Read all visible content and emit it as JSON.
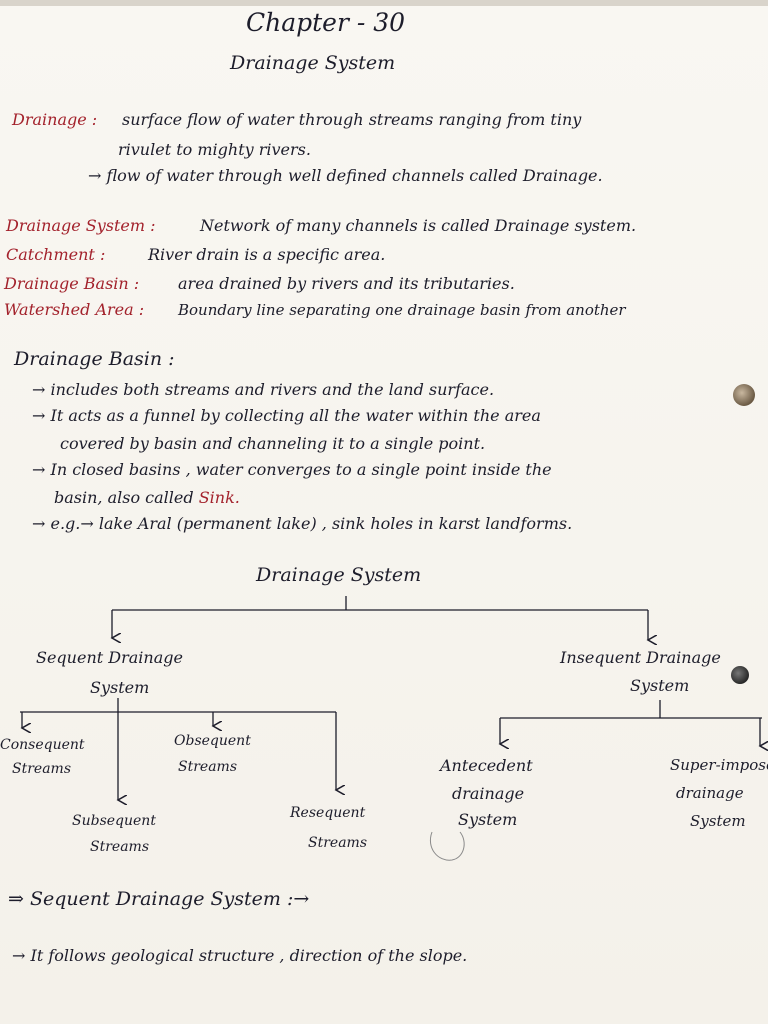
{
  "header": {
    "chapter": "Chapter - 30",
    "title": "Drainage System"
  },
  "definitions": {
    "drainage": {
      "term": "Drainage :",
      "line1": "surface flow of water through streams ranging from tiny",
      "line2": "rivulet to mighty rivers.",
      "line3": "→ flow of water through well defined channels called Drainage."
    },
    "drainage_system": {
      "term": "Drainage System :",
      "text": "Network of many channels is called Drainage system."
    },
    "catchment": {
      "term": "Catchment :",
      "text": "River drain is a specific area."
    },
    "drainage_basin": {
      "term": "Drainage Basin :",
      "text": "area drained by rivers and its tributaries."
    },
    "watershed_area": {
      "term": "Watershed Area :",
      "text": "Boundary line separating one drainage basin from another"
    }
  },
  "basin_section": {
    "heading": "Drainage Basin :",
    "p1": "→ includes both streams and rivers and the land surface.",
    "p2a": "→ It acts as a funnel by collecting all the water within the area",
    "p2b": "covered by basin and channeling it to a single point.",
    "p3a": "→ In closed basins , water converges to a single point inside the",
    "p3b_prefix": "basin, also called",
    "p3b_sink": "Sink.",
    "p4": "→ e.g.→ lake Aral (permanent lake) , sink holes in karst landforms."
  },
  "diagram": {
    "root": "Drainage System",
    "sequent_line1": "Sequent Drainage",
    "sequent_line2": "System",
    "insequent_line1": "Insequent Drainage",
    "insequent_line2": "System",
    "consequent_line1": "Consequent",
    "consequent_line2": "Streams",
    "obsequent_line1": "Obsequent",
    "obsequent_line2": "Streams",
    "subsequent_line1": "Subsequent",
    "subsequent_line2": "Streams",
    "resequent_line1": "Resequent",
    "resequent_line2": "Streams",
    "antecedent_line1": "Antecedent",
    "antecedent_line2": "drainage",
    "antecedent_line3": "System",
    "superimposed_line1": "Super-imposed",
    "superimposed_line2": "drainage",
    "superimposed_line3": "System"
  },
  "sequent_section": {
    "heading": "⇒ Sequent Drainage System :→",
    "text": "→ It follows geological structure , direction of the slope."
  },
  "colors": {
    "ink": "#1d1d2b",
    "red_ink": "#a3222c",
    "paper": "#f7f4ee"
  }
}
